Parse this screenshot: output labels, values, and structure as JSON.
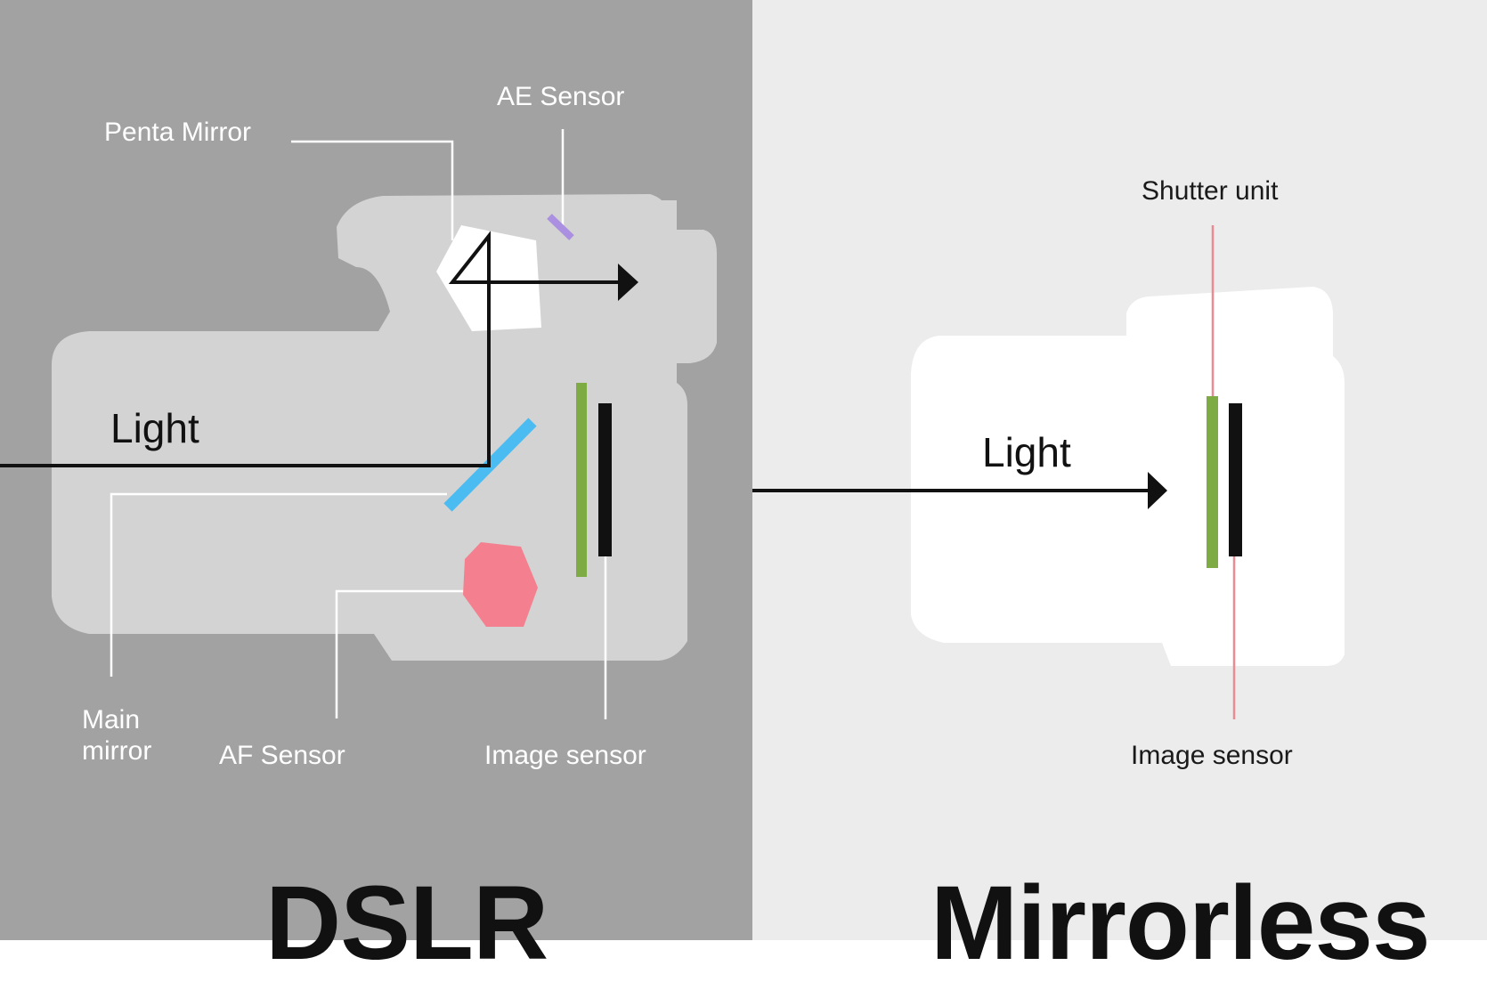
{
  "colors": {
    "dslr_background": "#a2a2a2",
    "mirrorless_background": "#ececec",
    "dslr_body": "#d3d3d3",
    "mirrorless_body": "#ffffff",
    "penta_mirror": "#ffffff",
    "ae_sensor": "#ab8fe0",
    "main_mirror": "#4bbcf2",
    "af_sensor": "#f4808f",
    "shutter_unit": "#7fab45",
    "image_sensor": "#111111",
    "mirrorless_leader_lines": "#ec8a94",
    "light_path": "#111111"
  },
  "dslr": {
    "title": "DSLR",
    "light_label": "Light",
    "labels": {
      "penta_mirror": "Penta Mirror",
      "ae_sensor": "AE Sensor",
      "main_mirror": "Main mirror",
      "af_sensor": "AF Sensor",
      "image_sensor": "Image sensor"
    }
  },
  "mirrorless": {
    "title": "Mirrorless",
    "light_label": "Light",
    "labels": {
      "shutter_unit": "Shutter unit",
      "image_sensor": "Image sensor"
    }
  }
}
